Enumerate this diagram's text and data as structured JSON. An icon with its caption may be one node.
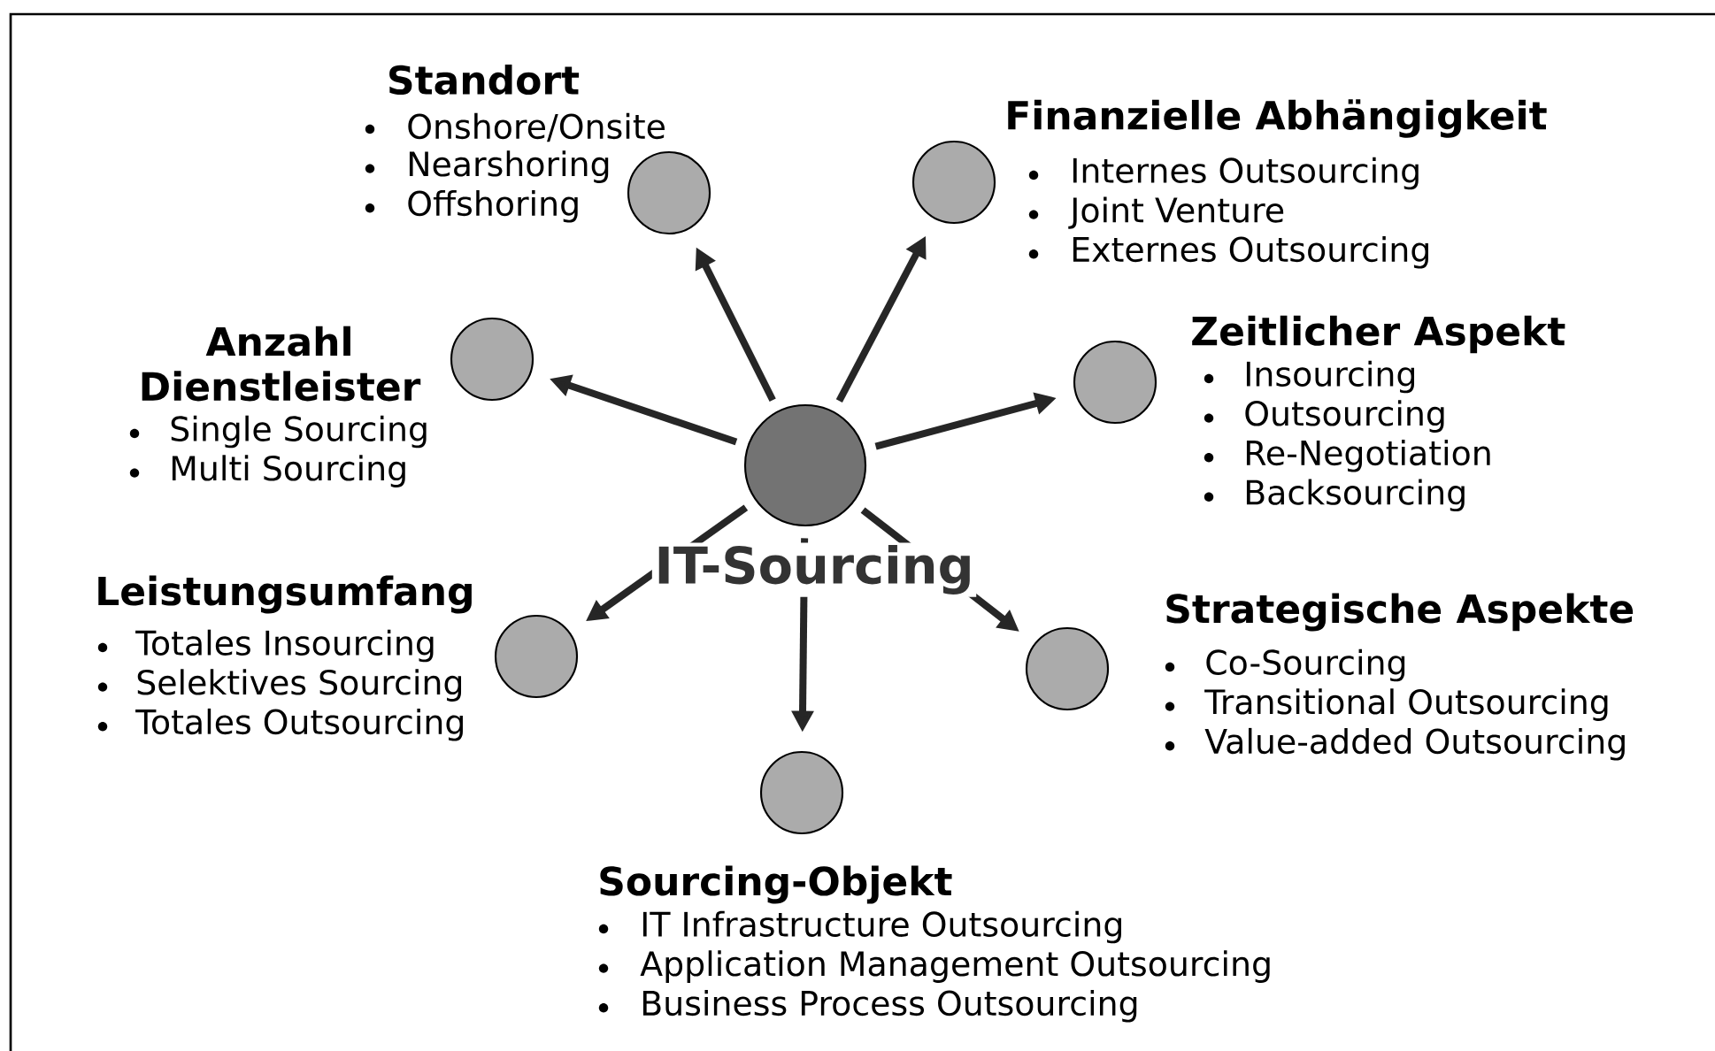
{
  "diagram": {
    "nodes": [
      {
        "text": [
          "IT-Sourcing"
        ]
      },
      {
        "text": [
          "Standort",
          "Onshore/Onsite",
          "Nearshoring",
          "Offshoring"
        ]
      },
      {
        "text": [
          "Finanzielle Abhängigkeit",
          "Internes Outsourcing",
          "Joint Venture",
          "Externes Outsourcing"
        ]
      },
      {
        "text": [
          "Anzahl Dienstleister",
          "Single Sourcing",
          "Multi Sourcing"
        ]
      },
      {
        "text": [
          "Zeitlicher Aspekt",
          "Insourcing",
          "Outsourcing",
          "Re-Negotiation",
          "Backsourcing"
        ]
      },
      {
        "text": [
          "Leistungsumfang",
          "Totales Insourcing",
          "Selektives Sourcing",
          "Totales Outsourcing"
        ]
      },
      {
        "text": [
          "Strategische Aspekte",
          "Co-Sourcing",
          "Transitional Outsourcing",
          "Value-added Outsourcing"
        ]
      },
      {
        "text": [
          "Sourcing-Objekt",
          "IT Infrastructure Outsourcing",
          "Application Management Outsourcing",
          "Business Process Outsourcing"
        ]
      }
    ],
    "edges": [
      {
        "from": 0,
        "to": 1,
        "arrow": "to"
      },
      {
        "from": 0,
        "to": 2,
        "arrow": "to"
      },
      {
        "from": 0,
        "to": 3,
        "arrow": "to"
      },
      {
        "from": 0,
        "to": 4,
        "arrow": "to"
      },
      {
        "from": 0,
        "to": 5,
        "arrow": "to"
      },
      {
        "from": 0,
        "to": 6,
        "arrow": "to"
      },
      {
        "from": 0,
        "to": 7,
        "arrow": "to"
      }
    ]
  }
}
